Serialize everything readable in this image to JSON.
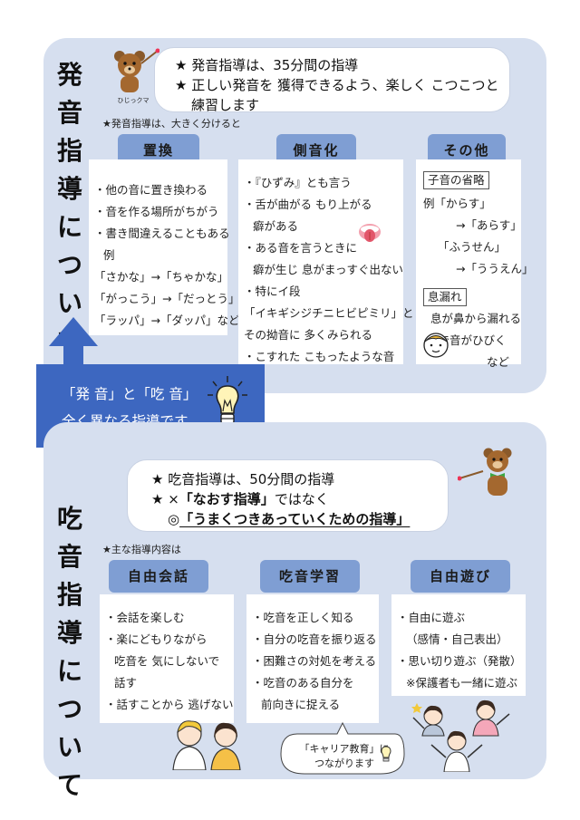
{
  "hatsuon": {
    "title_chars": [
      "発",
      "音",
      "指",
      "導",
      "に",
      "つ",
      "い",
      "て"
    ],
    "bear_label": "ひじっクマ",
    "bubble_line1": "★ 発音指導は、35分間の指導",
    "bubble_line2": "★ 正しい発音を 獲得できるよう、楽しく こつこつと",
    "bubble_line3": "練習します",
    "note": "★発音指導は、大きく分けると",
    "categories": [
      {
        "label": "置換",
        "items": [
          "・他の音に置き換わる",
          "・音を作る場所がちがう",
          "・書き間違えることもある",
          "例",
          "「さかな」→「ちゃかな」",
          "「がっこう」→「だっとう」",
          "「ラッパ」→「ダッパ」など"
        ]
      },
      {
        "label": "側音化",
        "items": [
          "・『ひずみ』とも言う",
          "・舌が曲がる もり上がる",
          "癖がある",
          "・ある音を言うときに",
          "癖が生じ 息がまっすぐ出ない",
          "・特にイ段",
          "「イキギシジチニヒビピミリ」と",
          "その拗音に 多くみられる",
          "・こすれた こもったような音"
        ]
      },
      {
        "label": "その他",
        "omission_label": "子音の省略",
        "omission_items": [
          "例「からす」",
          "→「あらす」",
          "「ふうせん」",
          "→「ううえん」"
        ],
        "leak_label": "息漏れ",
        "leak_items": [
          "息が鼻から漏れる",
          "鼻で音がひびく",
          "など"
        ]
      }
    ]
  },
  "middle": {
    "line1": "「発 音」と「吃 音」",
    "line2_prefix": "全く",
    "line2_underlined": "異なる指導",
    "line2_suffix": "です"
  },
  "kitsuon": {
    "title_chars": [
      "吃",
      "音",
      "指",
      "導",
      "に",
      "つ",
      "い",
      "て"
    ],
    "bubble_line1": "★ 吃音指導は、50分間の指導",
    "bubble_line2_prefix": "★ ×",
    "bubble_line2_bold": "「なおす指導」",
    "bubble_line2_suffix": "ではなく",
    "bubble_line3_prefix": "◎",
    "bubble_line3_bold": "「うまくつきあっていくための指導」",
    "note": "★主な指導内容は",
    "categories": [
      {
        "label": "自由会話",
        "items": [
          "・会話を楽しむ",
          "・楽にどもりながら",
          "吃音を 気にしないで",
          "話す",
          "・話すことから 逃げない"
        ]
      },
      {
        "label": "吃音学習",
        "items": [
          "・吃音を正しく知る",
          "・自分の吃音を振り返る",
          "・困難さの対処を考える",
          "・吃音のある自分を",
          "前向きに捉える"
        ]
      },
      {
        "label": "自由遊び",
        "items": [
          "・自由に遊ぶ",
          "（感情・自己表出）",
          "・思い切り遊ぶ（発散）",
          "※保護者も一緒に遊ぶ"
        ]
      }
    ],
    "career_line1": "「キャリア教育」に",
    "career_line2": "つながります"
  },
  "colors": {
    "panel": "#d6dfef",
    "tab": "#7f9ed3",
    "bluebar": "#3d67c0",
    "arrow": "#3d67c0"
  }
}
